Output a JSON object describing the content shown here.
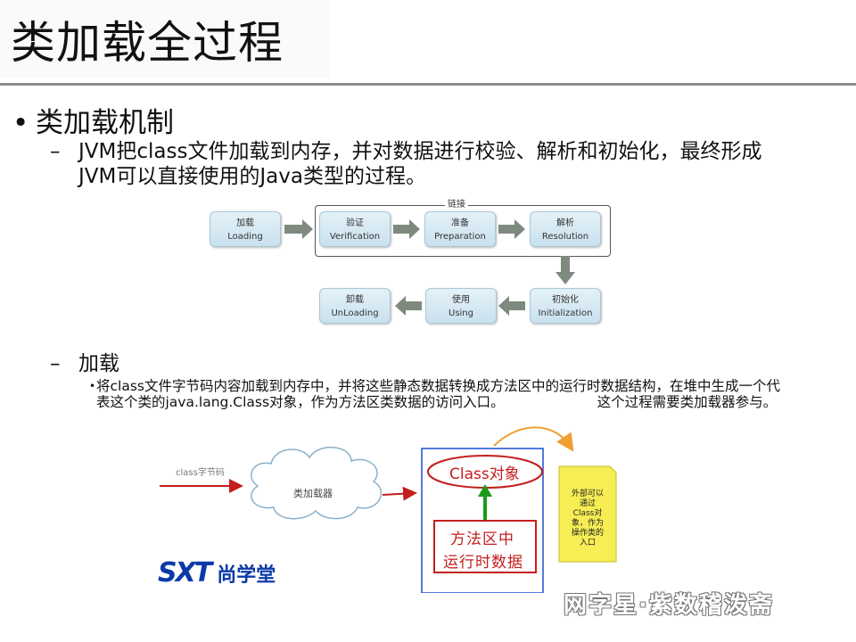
{
  "slide": {
    "title": "类加载全过程",
    "bullet": "类加载机制",
    "dash1_line1": "JVM把class文件加载到内存，并对数据进行校验、解析和初始化，最终形成",
    "dash1_line2": "JVM可以直接使用的Java类型的过程。",
    "dash2": "加载",
    "sub_line1": "将class文件字节码内容加载到内存中，并将这些静态数据转换成方法区中的运行时数据结构，在堆中生成一个代",
    "sub_line2a": "表这个类的java.lang.Class对象，作为方法区类数据的访问入口。",
    "sub_line2b": "这个过程需要类加载器参与。",
    "watermark": "网字星·紫数稽泼斋"
  },
  "diagram1": {
    "group_label": "链接",
    "stages": [
      {
        "cn": "加载",
        "en": "Loading"
      },
      {
        "cn": "验证",
        "en": "Verification"
      },
      {
        "cn": "准备",
        "en": "Preparation"
      },
      {
        "cn": "解析",
        "en": "Resolution"
      },
      {
        "cn": "初始化",
        "en": "Initialization"
      },
      {
        "cn": "使用",
        "en": "Using"
      },
      {
        "cn": "卸载",
        "en": "UnLoading"
      }
    ]
  },
  "diagram2": {
    "input_label": "class字节码",
    "cloud_label": "类加载器",
    "class_object": "Class对象",
    "method_area_line1": "方法区中",
    "method_area_line2": "运行时数据",
    "note_lines": [
      "外部可以",
      "通过",
      "Class对",
      "象，作为",
      "操作类的",
      "入口"
    ],
    "logo_text": "SXT",
    "logo_cn": "尚学堂"
  },
  "colors": {
    "accent_red": "#d93030",
    "arrow_gray": "#7f8a7f",
    "green": "#1a9a1a",
    "note_yellow": "#f6ee54",
    "orange": "#f0a030"
  }
}
